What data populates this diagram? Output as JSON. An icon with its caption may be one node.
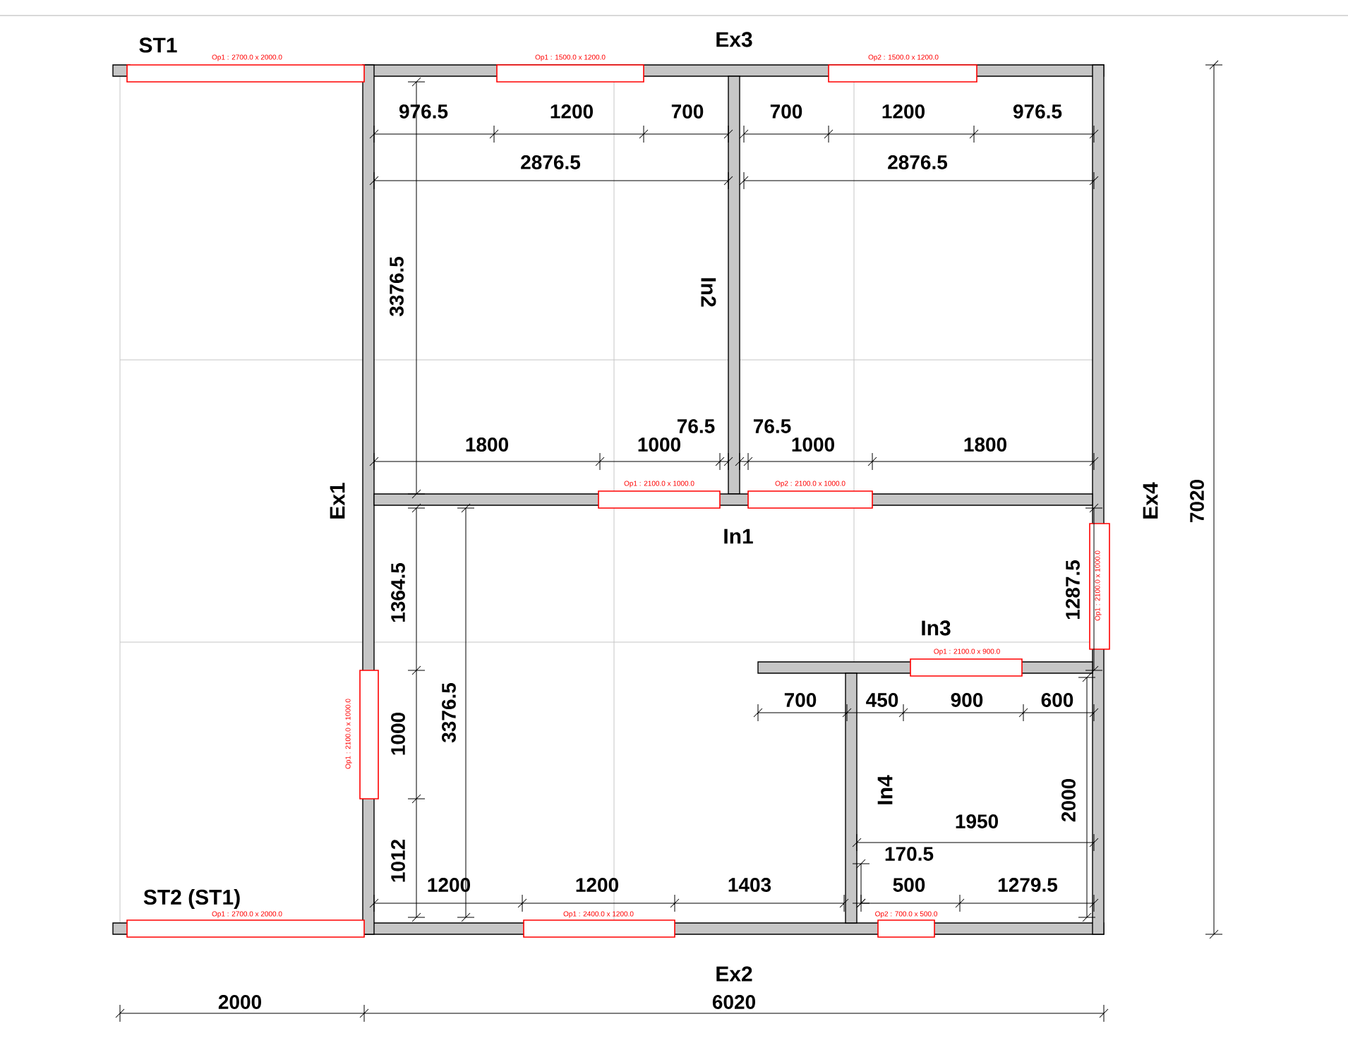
{
  "diagram": {
    "labels": [
      "ST1",
      "Op1 : 2700.0 x 2000.0",
      "Ex3",
      "Op1 : 1500.0 x 1200.0",
      "Op2 : 1500.0 x 1200.0",
      "976.5",
      "1200",
      "700",
      "700",
      "1200",
      "976.5",
      "2876.5",
      "2876.5",
      "3376.5",
      "In2",
      "76.5",
      "76.5",
      "1800",
      "1000",
      "1000",
      "1800",
      "Op1 : 2100.0 x 1000.0",
      "Op2 : 2100.0 x 1000.0",
      "Ex1",
      "Ex4",
      "7020",
      "In1",
      "1364.5",
      "1287.5",
      "Op1 : 2100.0 x 1000.0",
      "In3",
      "Op1 : 2100.0 x 900.0",
      "700",
      "450",
      "900",
      "600",
      "Op1 : 2100.0 x 1000.0",
      "1000",
      "3376.5",
      "In4",
      "2000",
      "1950",
      "170.5",
      "1012",
      "1200",
      "1200",
      "1403",
      "500",
      "1279.5",
      "ST2 (ST1)",
      "Op1 : 2700.0 x 2000.0",
      "Op1 : 2400.0 x 1200.0",
      "Op2 : 700.0 x 500.0",
      "Ex2",
      "2000",
      "6020"
    ]
  }
}
